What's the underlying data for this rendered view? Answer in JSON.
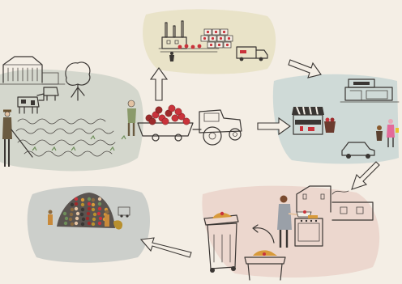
{
  "diagram": {
    "type": "illustrated-cycle",
    "stages": [
      {
        "id": "farm",
        "icon": "farm-field-icon"
      },
      {
        "id": "harvest",
        "icon": "tractor-harvest-icon"
      },
      {
        "id": "processing",
        "icon": "factory-icon"
      },
      {
        "id": "retail",
        "icon": "shop-icon"
      },
      {
        "id": "household",
        "icon": "kitchen-house-icon"
      },
      {
        "id": "waste-bin",
        "icon": "waste-bin-icon"
      },
      {
        "id": "landfill",
        "icon": "landfill-heap-icon"
      }
    ],
    "flows": [
      {
        "from": "harvest",
        "to": "processing"
      },
      {
        "from": "harvest",
        "to": "retail"
      },
      {
        "from": "processing",
        "to": "retail"
      },
      {
        "from": "retail",
        "to": "household"
      },
      {
        "from": "household",
        "to": "waste-bin"
      },
      {
        "from": "waste-bin",
        "to": "landfill"
      }
    ]
  },
  "colors": {
    "background": "#f4eee5",
    "farm_wash": "#c9cfc4",
    "factory_wash": "#e6e0c3",
    "retail_wash": "#c6d4d3",
    "household_wash": "#e9cfc6",
    "landfill_wash": "#bfc4c1",
    "produce_red": "#c9333b",
    "ink": "#3a3633"
  }
}
